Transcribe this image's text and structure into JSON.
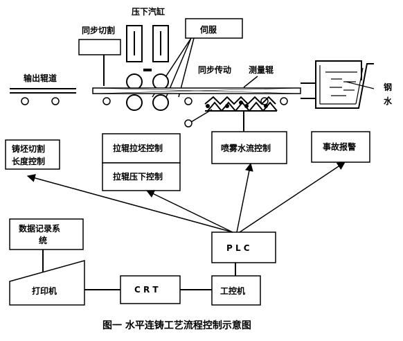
{
  "labels": {
    "cylinder": "压下汽缸",
    "sync_cut": "同步切割",
    "servo": "伺服",
    "output_roller": "输出辊道",
    "sync_drive": "同步传动",
    "measure_roll": "测量辊",
    "steel_water_1": "钢",
    "steel_water_2": "水",
    "cut_length_1": "铸坯切割",
    "cut_length_2": "长度控制",
    "pull_control": "拉辊拉坯控制",
    "press_control": "拉辊压下控制",
    "spray_control": "喷雾水流控制",
    "alarm": "事故报警",
    "data_record_1": "数据记录系",
    "data_record_2": "统",
    "plc": "P L C",
    "printer": "打印机",
    "crt": "C R T",
    "ipc": "工控机"
  },
  "caption": "图一  水平连铸工艺流程控制示意图"
}
